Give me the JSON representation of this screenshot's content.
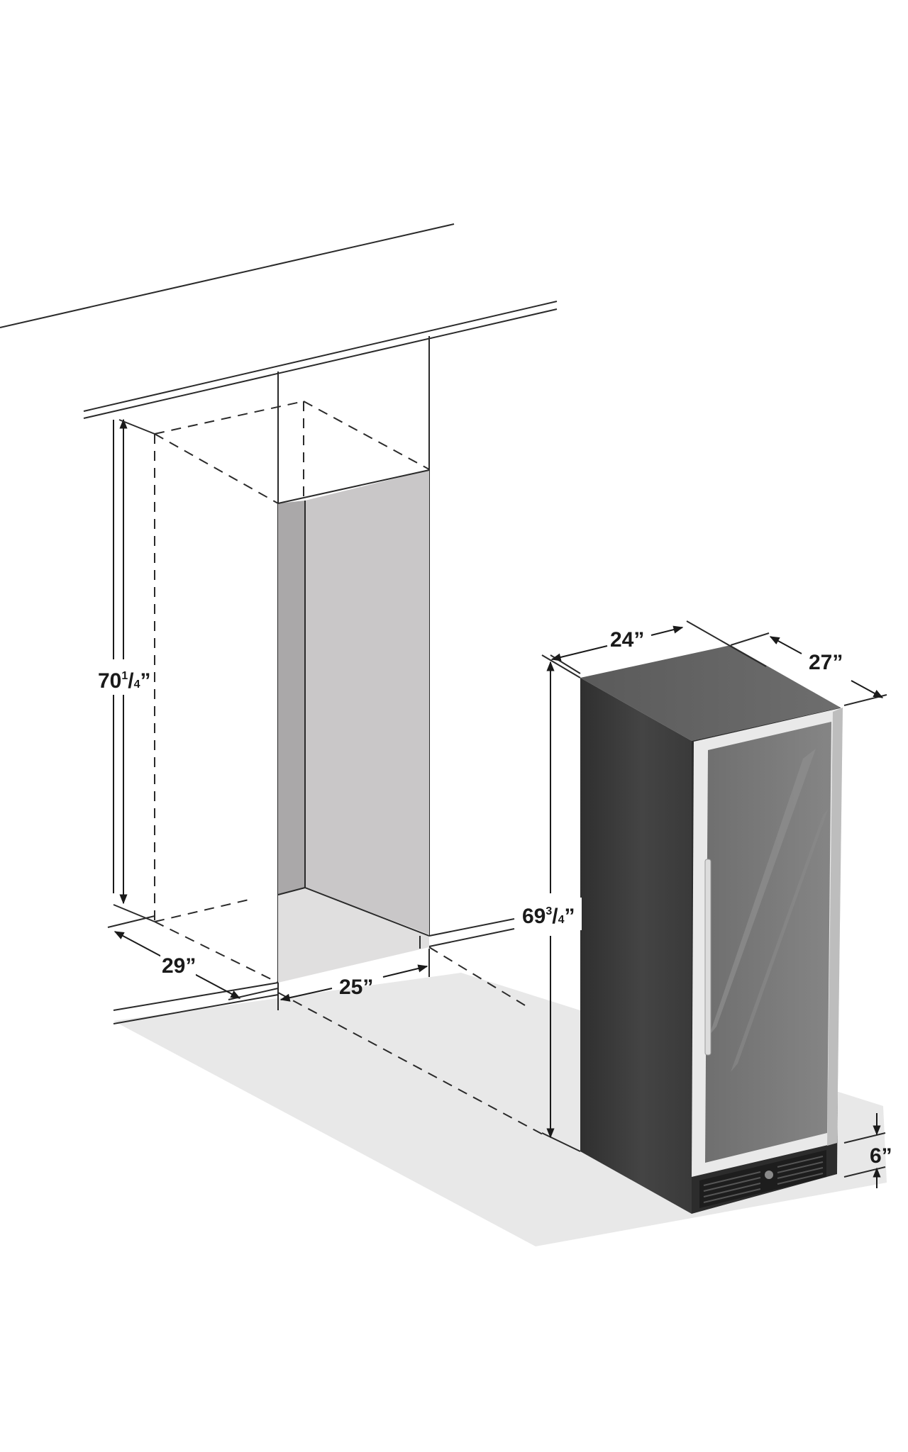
{
  "colors": {
    "background": "#ffffff",
    "floor_shadow": "#e8e8e8",
    "cutout_back": "#c9c7c8",
    "cutout_side": "#aaa8a9",
    "cutout_floor": "#e0dfdf",
    "cabinet_side": "#3e3e3e",
    "cabinet_top": "#666666",
    "door_frame": "#e9e9e9",
    "glass": "#7c7c7c",
    "grille": "#222222",
    "line": "#2a2a2a"
  },
  "icons": [
    "door-handle-icon",
    "vent-grille-icon",
    "control-knob-icon"
  ],
  "dimensions": {
    "cutout_height": {
      "whole": "70",
      "num": "1",
      "den": "4",
      "unit": "”"
    },
    "cutout_depth": "29”",
    "cutout_width": "25”",
    "unit_height": {
      "whole": "69",
      "num": "3",
      "den": "4",
      "unit": "”"
    },
    "unit_width": "24”",
    "unit_depth": "27”",
    "toe_kick": "6”"
  }
}
